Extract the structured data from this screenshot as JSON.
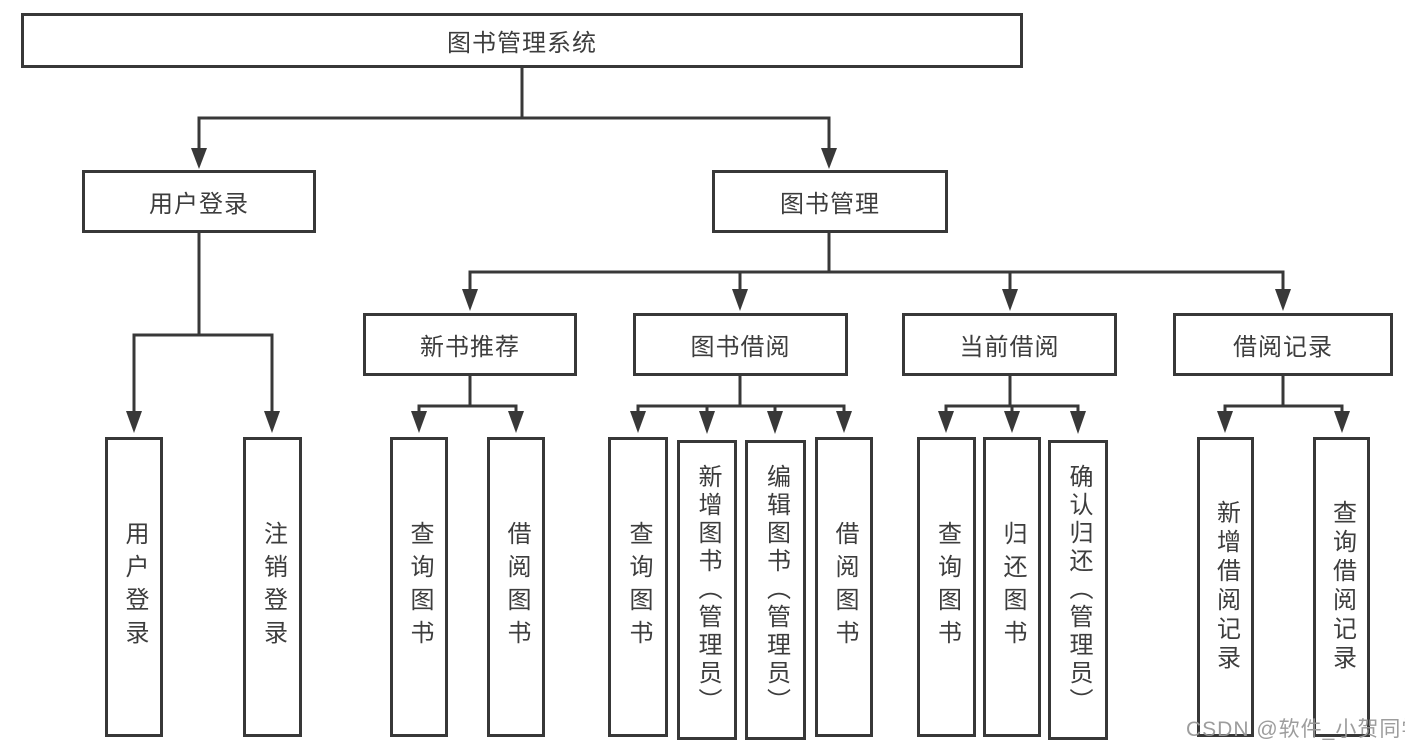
{
  "diagram": {
    "type": "hierarchy-tree",
    "tree": {
      "root": "图书管理系统",
      "branches": [
        {
          "label": "用户登录",
          "children": [
            "用户登录",
            "注销登录"
          ]
        },
        {
          "label": "图书管理",
          "groups": [
            {
              "label": "新书推荐",
              "children": [
                "查询图书",
                "借阅图书"
              ]
            },
            {
              "label": "图书借阅",
              "children": [
                "查询图书",
                "新增图书（管理员）",
                "编辑图书（管理员）",
                "借阅图书"
              ]
            },
            {
              "label": "当前借阅",
              "children": [
                "查询图书",
                "归还图书",
                "确认归还（管理员）"
              ]
            },
            {
              "label": "借阅记录",
              "children": [
                "新增借阅记录",
                "查询借阅记录"
              ]
            }
          ]
        }
      ]
    },
    "colors": {
      "line": "#383838",
      "box_border": "#383838",
      "box_fill": "#ffffff",
      "text": "#3d3d3d",
      "watermark": "#989898"
    }
  },
  "watermark": {
    "text": "CSDN @软件_小贺同学"
  }
}
